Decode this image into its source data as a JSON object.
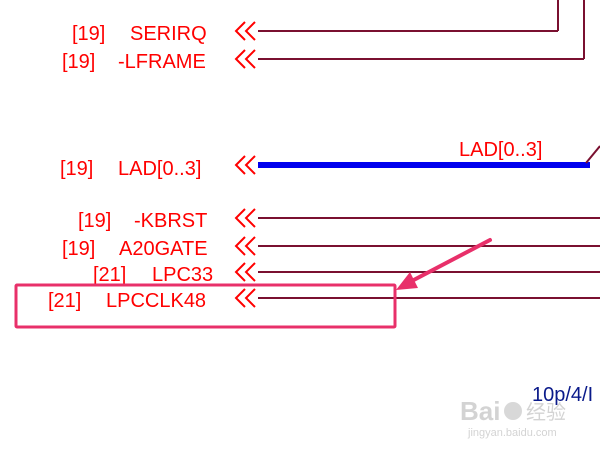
{
  "signals": [
    {
      "ref": "[19]",
      "name": "SERIRQ"
    },
    {
      "ref": "[19]",
      "name": "-LFRAME"
    },
    {
      "ref": "[19]",
      "name": "LAD[0..3]"
    },
    {
      "ref": "[19]",
      "name": "-KBRST"
    },
    {
      "ref": "[19]",
      "name": "A20GATE"
    },
    {
      "ref": "[21]",
      "name": "LPC33"
    },
    {
      "ref": "[21]",
      "name": "LPCCLK48"
    }
  ],
  "bus_label": "LAD[0..3]",
  "component_note": "10p/4/I",
  "watermark": {
    "brand": "Bai",
    "suffix": "经验",
    "url": "jingyan.baidu.com"
  },
  "colors": {
    "text": "#ff0000",
    "wire": "#7a1030",
    "bus": "#0000ee",
    "highlight": "#e8306a",
    "note": "#0a1a8a"
  }
}
